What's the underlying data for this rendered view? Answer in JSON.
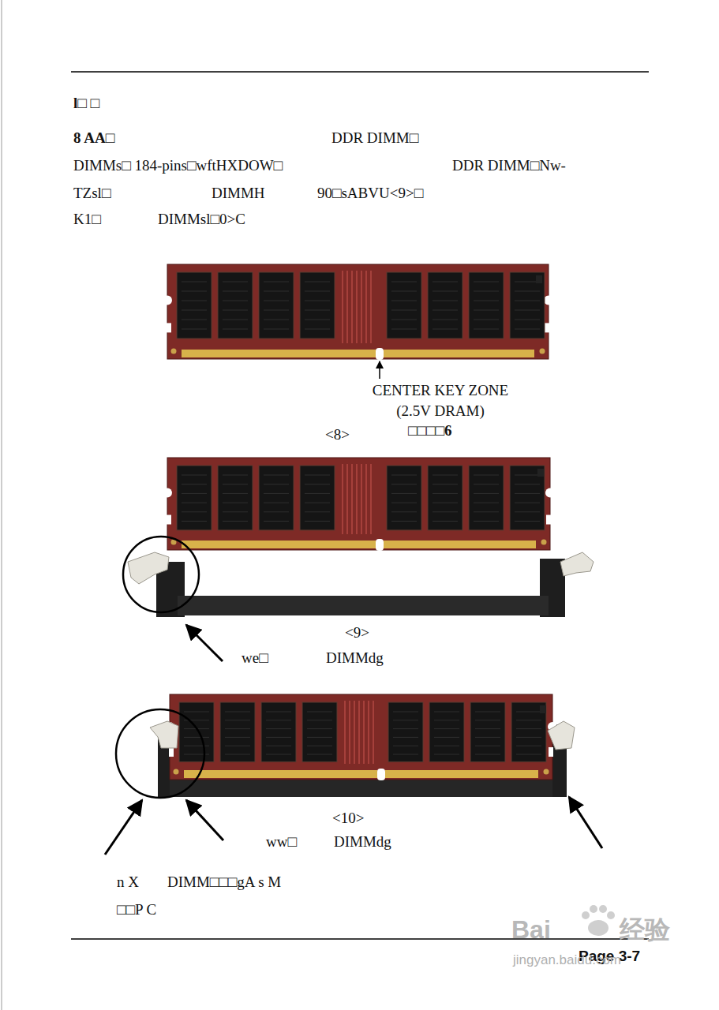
{
  "diagram": {
    "labels": [
      "l□ □",
      "8 AA□",
      "DDR DIMM□",
      "DIMMs□ 184-pins□wftHXDOW□",
      "DDR DIMM□Nw-",
      "TZsl□",
      "DIMMH",
      "90□sABVU<9>□",
      "K1□",
      "DIMMsl□0>C",
      "CENTER KEY ZONE",
      "(2.5V DRAM)",
      "<8>",
      "□□□□6",
      "<9>",
      "we□",
      "DIMMdg",
      "<10>",
      "ww□",
      "DIMMdg",
      "n X",
      "DIMM□□□gA s M",
      "□□P C",
      "Page 3-7",
      "Bai",
      "经验",
      "jingyan.baidu.com"
    ]
  }
}
